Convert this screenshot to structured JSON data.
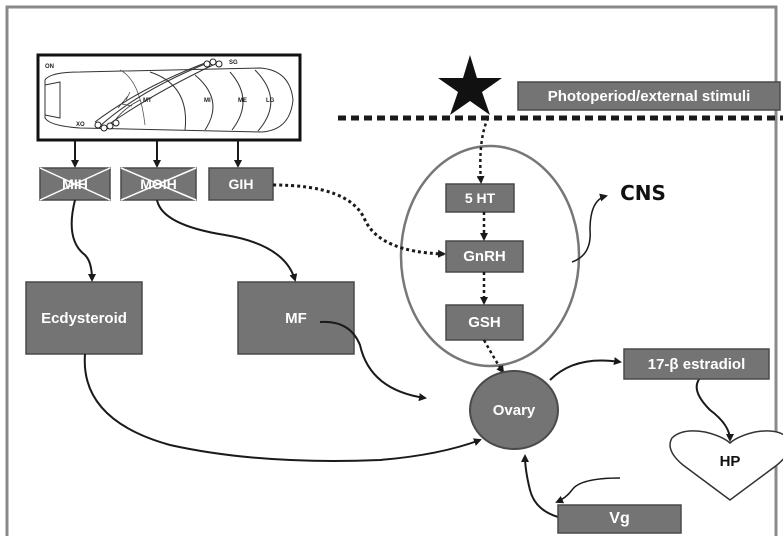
{
  "colors": {
    "box_fill": "#747474",
    "box_stroke": "#4a4a4a",
    "frame": "#8a8a8a",
    "arrow": "#1a1a1a",
    "star": "#111111"
  },
  "eyestalk": {
    "labels": {
      "on": "ON",
      "sg": "SG",
      "mt": "MT",
      "mi": "MI",
      "me": "ME",
      "lg": "LG",
      "xo": "XO"
    }
  },
  "hormones": {
    "mih": "MIH",
    "moih": "MOIH",
    "gih": "GIH"
  },
  "stimulus": {
    "label": "Photoperiod/external stimuli"
  },
  "cns": {
    "serotonin": "5 HT",
    "gnrh": "GnRH",
    "gsh": "GSH",
    "label": "CNS"
  },
  "nodes": {
    "ecdysteroid": "Ecdysteroid",
    "mf": "MF",
    "ovary": "Ovary",
    "estradiol": "17-β estradiol",
    "hp": "HP",
    "vg": "Vg"
  }
}
